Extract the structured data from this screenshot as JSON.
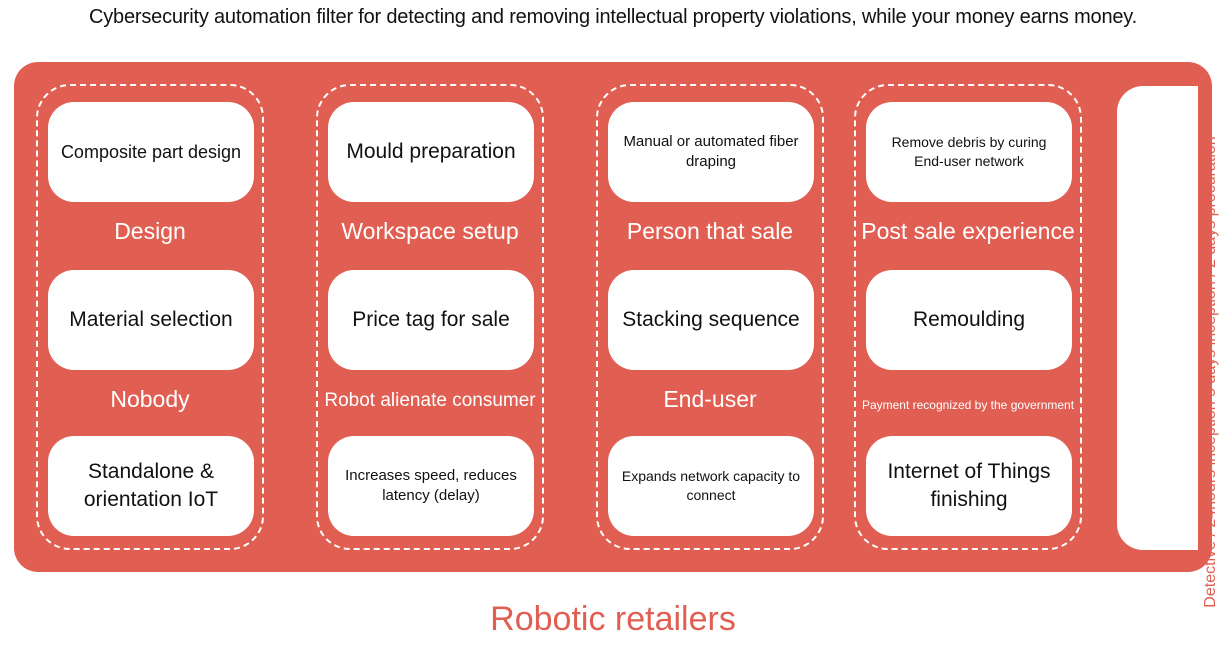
{
  "header": {
    "title": "Cybersecurity automation filter for detecting and removing intellectual property violations, while your money earns money."
  },
  "columns": [
    {
      "cards": [
        "Composite part design",
        "Material selection",
        "Standalone & orientation IoT"
      ],
      "labels": [
        "Design",
        "Nobody"
      ]
    },
    {
      "cards": [
        "Mould preparation",
        "Price tag for sale",
        "Increases speed, reduces latency (delay)"
      ],
      "labels": [
        "Workspace setup",
        "Robot alienate consumer"
      ]
    },
    {
      "cards": [
        "Manual or automated fiber draping",
        "Stacking sequence",
        "Expands network capacity to connect"
      ],
      "labels": [
        "Person that sale",
        "End-user"
      ]
    },
    {
      "cards": [
        "Remove debris by curing End-user network",
        "Remoulding",
        "Internet of Things finishing"
      ],
      "labels": [
        "Post sale experience",
        "Payment recognized by the government"
      ]
    }
  ],
  "side_label": "Detective / 24hours inception 5 days inception / 2 days procuration",
  "footer": {
    "title": "Robotic retailers"
  },
  "colors": {
    "accent": "#e05f52",
    "card": "#ffffff"
  }
}
